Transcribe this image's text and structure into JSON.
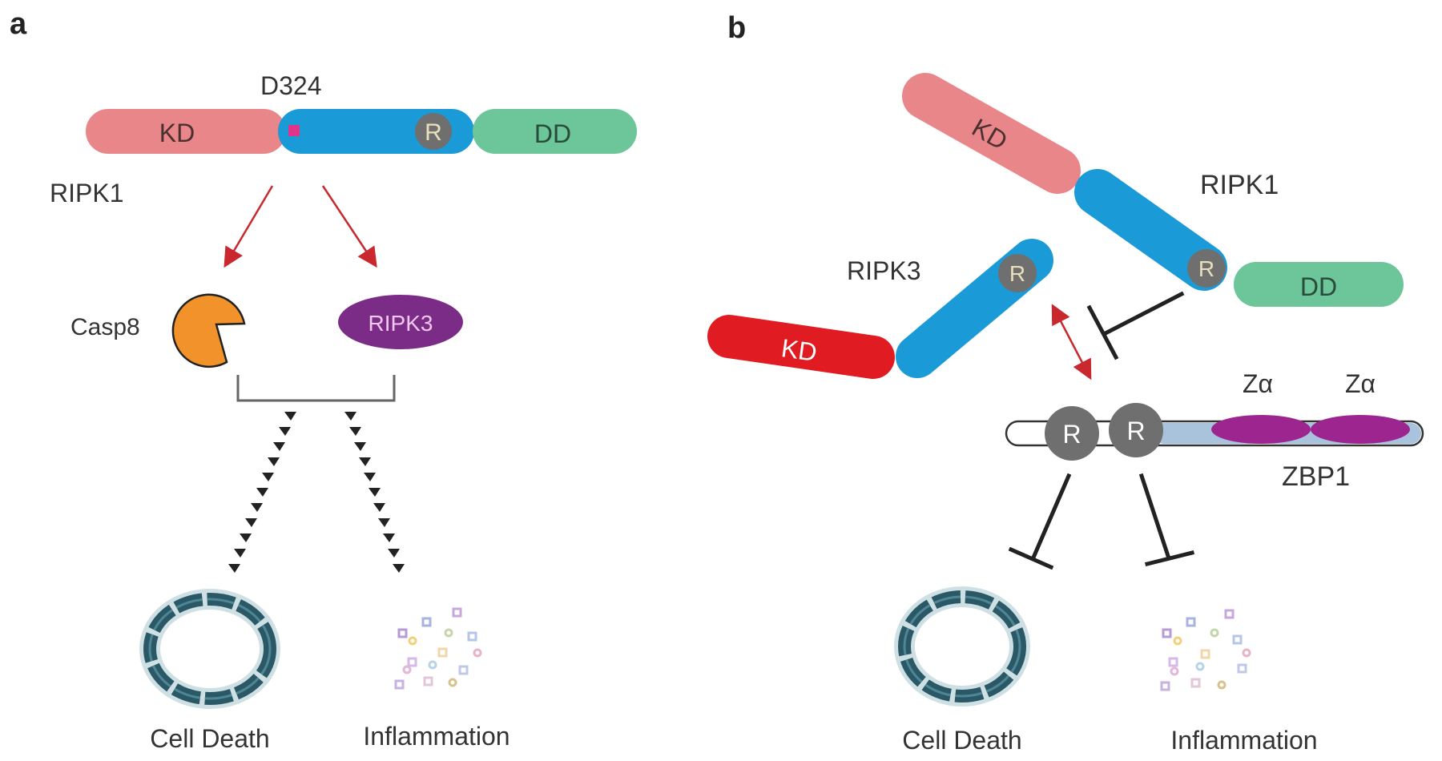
{
  "panel_a": {
    "letter": "a",
    "residue_label": "D324",
    "protein_label": "RIPK1",
    "domain_kd": "KD",
    "domain_dd": "DD",
    "rhim": "R",
    "casp8_label": "Casp8",
    "ripk3_label": "RIPK3",
    "outcome_death": "Cell Death",
    "outcome_inflammation": "Inflammation"
  },
  "panel_b": {
    "letter": "b",
    "ripk1_label": "RIPK1",
    "ripk3_label": "RIPK3",
    "zbp1_label": "ZBP1",
    "domain_kd": "KD",
    "domain_dd": "DD",
    "rhim": "R",
    "z_alpha": "Zα",
    "outcome_death": "Cell Death",
    "outcome_inflammation": "Inflammation"
  },
  "colors": {
    "kd_ripk1": "#e9868a",
    "intermediate": "#1a9ad6",
    "dd": "#6cc69a",
    "rhim": "#6f6f6f",
    "casp8": "#f2922a",
    "ripk3": "#7b2c87",
    "kd_ripk3": "#e01b22",
    "za": "#9c2590",
    "zbp1_body": "#aac3dc",
    "cell": "#2a5866",
    "red_arrow": "#c8282e",
    "marker": "#e0338a"
  }
}
